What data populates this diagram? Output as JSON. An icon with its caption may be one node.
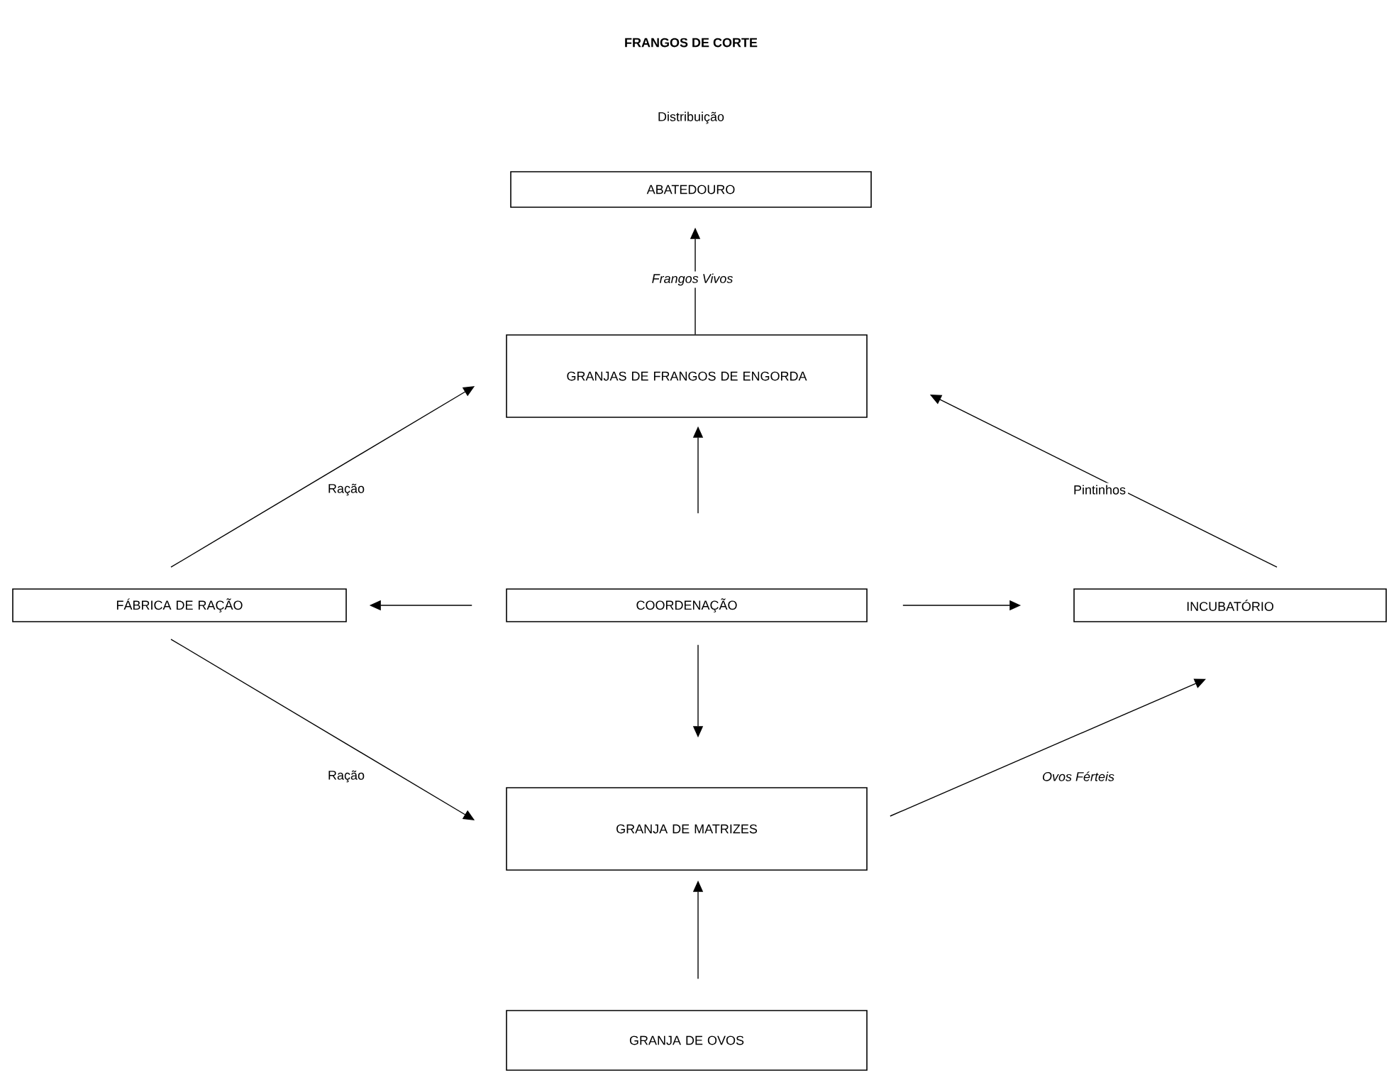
{
  "diagram": {
    "title": "FRANGOS DE CORTE",
    "nodes": [
      {
        "text": [
          "ABATEDOURO"
        ],
        "beside": [
          "Distribuição"
        ]
      },
      {
        "text": [
          "GRANJAS DE FRANGOS DE ENGORDA"
        ]
      },
      {
        "text": [
          "FÁBRICA DE RAÇÃO"
        ]
      },
      {
        "text": [
          "COORDENAÇÃO"
        ]
      },
      {
        "text": [
          "INCUBATÓRIO"
        ]
      },
      {
        "text": [
          "GRANJA DE MATRIZES"
        ]
      },
      {
        "text": [
          "GRANJA DE OVOS"
        ]
      }
    ],
    "edges": [
      {
        "from": 1,
        "to": 0,
        "arrow": "to",
        "label": "Frangos Vivos"
      },
      {
        "from": 2,
        "to": 1,
        "arrow": "to",
        "label": "Ração"
      },
      {
        "from": 4,
        "to": 1,
        "arrow": "to",
        "label": "Pintinhos"
      },
      {
        "from": 3,
        "to": 1,
        "arrow": "to"
      },
      {
        "from": 3,
        "to": 2,
        "arrow": "to"
      },
      {
        "from": 3,
        "to": 4,
        "arrow": "to"
      },
      {
        "from": 3,
        "to": 5,
        "arrow": "to"
      },
      {
        "from": 2,
        "to": 5,
        "arrow": "to",
        "label": "Ração"
      },
      {
        "from": 5,
        "to": 4,
        "arrow": "to",
        "label": "Ovos Férteis"
      },
      {
        "from": 6,
        "to": 5,
        "arrow": "to"
      }
    ]
  }
}
